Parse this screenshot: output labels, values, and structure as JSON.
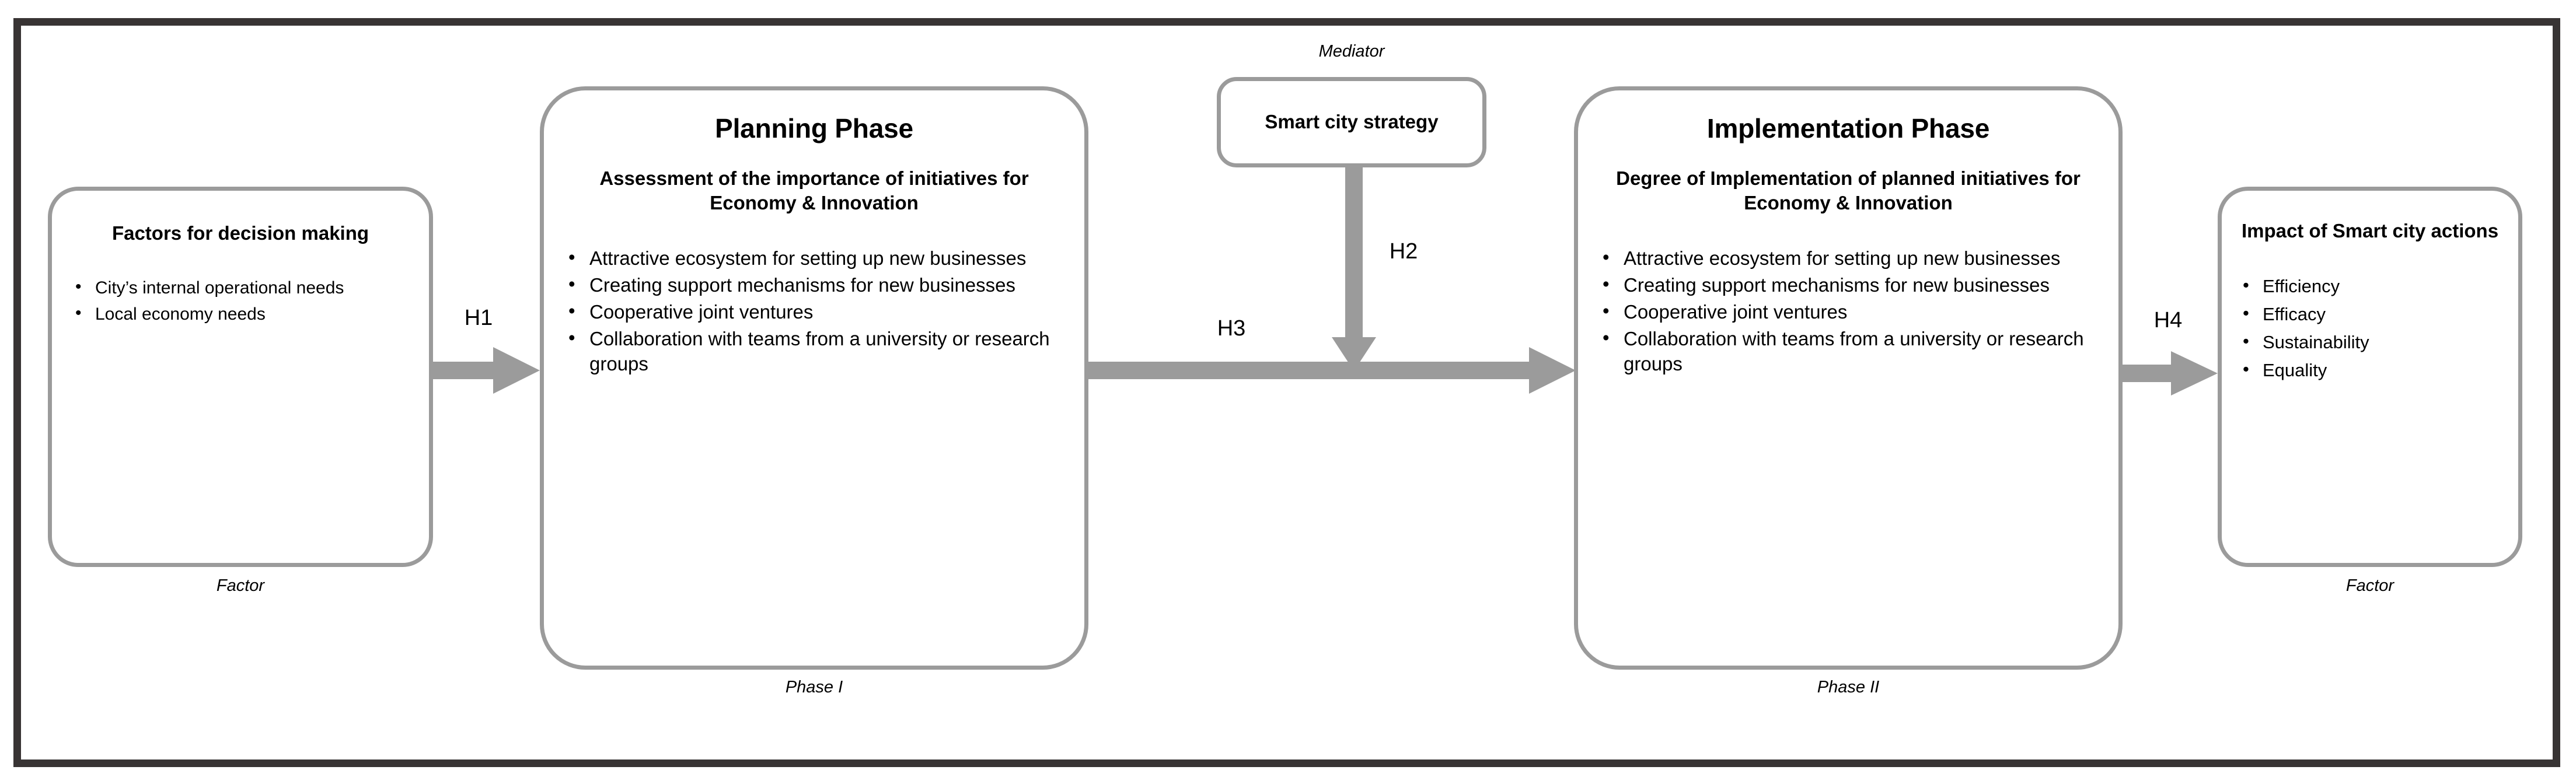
{
  "frame": {
    "border_color": "#383434",
    "node_border_color": "#9b9b9b",
    "arrow_color": "#9b9b9b"
  },
  "nodes": {
    "factors": {
      "title": "Factors for decision making",
      "bullets": [
        "City’s internal operational needs",
        "Local economy needs"
      ],
      "caption": "Factor"
    },
    "planning": {
      "phase_title": "Planning Phase",
      "subtitle": "Assessment of the importance of initiatives for Economy & Innovation",
      "bullets": [
        "Attractive ecosystem for setting up new businesses",
        "Creating support mechanisms for new businesses",
        "Cooperative joint ventures",
        "Collaboration with teams from a university or research groups"
      ],
      "caption": "Phase I"
    },
    "mediator": {
      "caption": "Mediator",
      "title": "Smart city strategy"
    },
    "implementation": {
      "phase_title": "Implementation Phase",
      "subtitle": "Degree of Implementation of planned initiatives for Economy & Innovation",
      "bullets": [
        "Attractive ecosystem for setting up new businesses",
        "Creating support mechanisms for new businesses",
        "Cooperative joint ventures",
        "Collaboration with teams from a university or research groups"
      ],
      "caption": "Phase II"
    },
    "impact": {
      "title": "Impact of Smart city actions",
      "bullets": [
        "Efficiency",
        "Efficacy",
        "Sustainability",
        "Equality"
      ],
      "caption": "Factor"
    }
  },
  "hypotheses": {
    "h1": "H1",
    "h2": "H2",
    "h3": "H3",
    "h4": "H4"
  }
}
